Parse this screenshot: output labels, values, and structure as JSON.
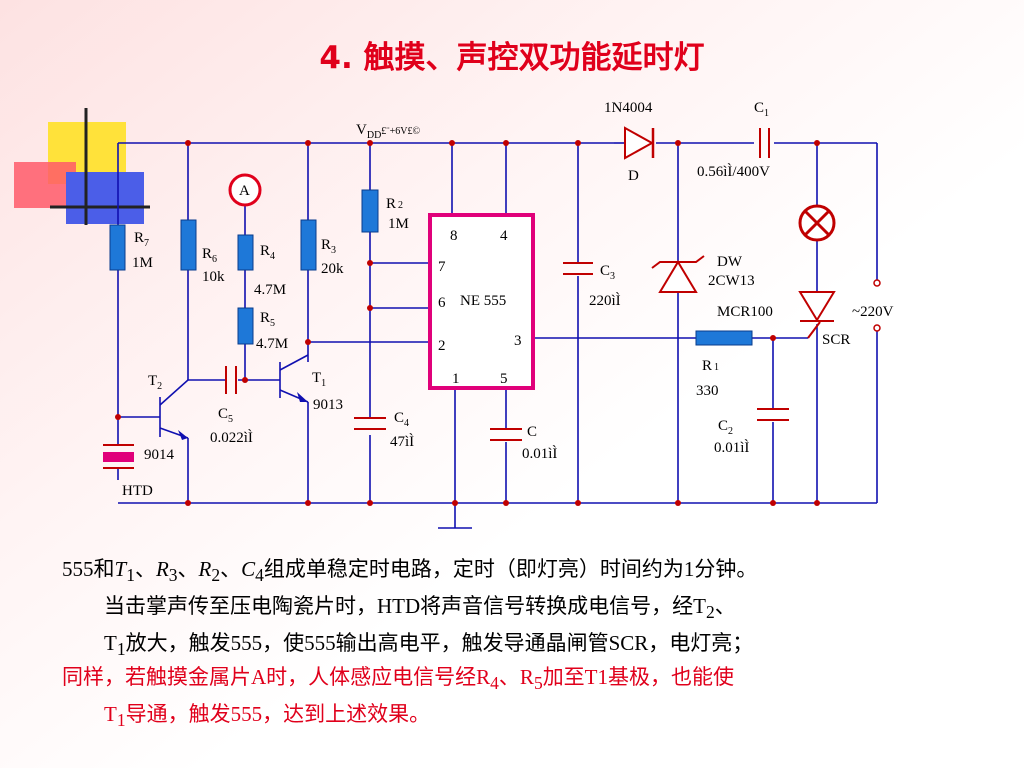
{
  "title": "4. 触摸、声控双功能延时灯",
  "labels": {
    "vdd": "V",
    "vdd_sub": "DD",
    "vdd_rest": "£¨+6V£©",
    "d_part": "1N4004",
    "d_name": "D",
    "c1": "C",
    "c1_sub": "1",
    "c1_val": "0.56ìÌ/400V",
    "r2": "R",
    "r2_sub": "2",
    "r2_val": "1M",
    "r7": "R",
    "r7_sub": "7",
    "r7_val": "1M",
    "r6": "R",
    "r6_sub": "6",
    "r6_val": "10k",
    "r4": "R",
    "r4_sub": "4",
    "r4_val": "4.7M",
    "r5": "R",
    "r5_sub": "5",
    "r5_val": "4.7M",
    "r3": "R",
    "r3_sub": "3",
    "r3_val": "20k",
    "touch": "A",
    "ic_name": "NE 555",
    "pin8": "8",
    "pin4": "4",
    "pin7": "7",
    "pin6": "6",
    "pin2": "2",
    "pin3": "3",
    "pin1": "1",
    "pin5": "5",
    "c3": "C",
    "c3_sub": "3",
    "c3_val": "220ìÌ",
    "dw": "DW",
    "dw_val": "2CW13",
    "scr_part": "MCR100",
    "scr": "SCR",
    "mains": "~220V",
    "r1": "R",
    "r1_sub": "1",
    "r1_val": "330",
    "c2": "C",
    "c2_sub": "2",
    "c2_val": "0.01ìÌ",
    "c": "C",
    "c_val": "0.01ìÌ",
    "c4": "C",
    "c4_sub": "4",
    "c4_val": "47ìÌ",
    "c5": "C",
    "c5_sub": "5",
    "c5_val": "0.022ìÌ",
    "t1": "T",
    "t1_sub": "1",
    "t1_val": "9013",
    "t2": "T",
    "t2_sub": "2",
    "t2_val": "9014",
    "htd": "HTD"
  },
  "description": {
    "p1_pre": "555和",
    "t1": "T",
    "t1_sub": "1",
    "sep": "、",
    "r3": "R",
    "r3_sub": "3",
    "r2": "R",
    "r2_sub": "2",
    "c4": "C",
    "c4_sub": "4",
    "p1_post": "组成单稳定时电路，定时（即灯亮）时间约为1分钟。",
    "p2_a": "当击掌声传至压电陶瓷片时，HTD将声音信号转换成电信号，经T",
    "p2_sub2": "2",
    "p2_b": "、",
    "p2_c": "T",
    "p2_sub1": "1",
    "p2_d": "放大，触发555，使555输出高电平，触发导通晶闸管SCR，电灯亮；",
    "p3_a": "同样，若触摸金属片A时，人体感应电信号经R",
    "p3_sub4": "4",
    "p3_b": "、R",
    "p3_sub5": "5",
    "p3_c": "加至T1基极，也能使",
    "p3_d": "T",
    "p3_sub1": "1",
    "p3_e": "导通，触发555，达到上述效果。"
  },
  "colors": {
    "title": "#e0001b",
    "wire": "#1010b0",
    "resistor": "#1e78d8",
    "ic": "#e0007a",
    "node": "#c00000"
  }
}
